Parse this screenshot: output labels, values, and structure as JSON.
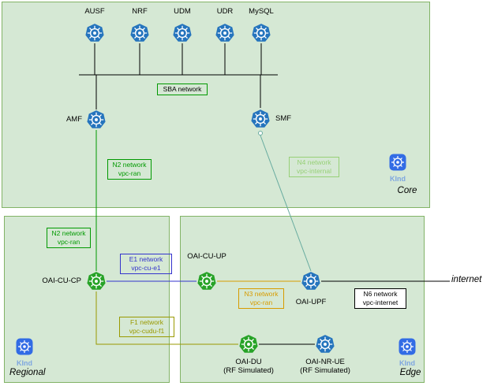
{
  "diagram": {
    "regions": {
      "core": {
        "name": "Core",
        "kind": "KInd"
      },
      "regional": {
        "name": "Regional",
        "kind": "KInd"
      },
      "edge": {
        "name": "Edge",
        "kind": "KInd"
      }
    },
    "nodes": {
      "ausf": "AUSF",
      "nrf": "NRF",
      "udm": "UDM",
      "udr": "UDR",
      "mysql": "MySQL",
      "amf": "AMF",
      "smf": "SMF",
      "cucp": "OAI-CU-CP",
      "cuup": "OAI-CU-UP",
      "upf": "OAI-UPF",
      "du": "OAI-DU",
      "du_sub": "(RF Simulated)",
      "ue": "OAI-NR-UE",
      "ue_sub": "(RF Simulated)"
    },
    "networks": {
      "sba": "SBA network",
      "n2_core": {
        "l1": "N2 network",
        "l2": "vpc-ran"
      },
      "n2_regional": {
        "l1": "N2 network",
        "l2": "vpc-ran"
      },
      "n4": {
        "l1": "N4 network",
        "l2": "vpc-internal"
      },
      "e1": {
        "l1": "E1 network",
        "l2": "vpc-cu-e1"
      },
      "f1": {
        "l1": "F1 network",
        "l2": "vpc-cudu-f1"
      },
      "n3": {
        "l1": "N3 network",
        "l2": "vpc-ran"
      },
      "n6": {
        "l1": "N6 network",
        "l2": "vpc-internet"
      }
    },
    "external": {
      "internet": "internet"
    },
    "colors": {
      "region_fill": "#d5e8d4",
      "region_border": "#82b366",
      "node_blue": "#2574bd",
      "node_green": "#27a327",
      "kind_blue": "#326ce5",
      "kind_text": "#7ea6e0",
      "n2_green": "#009900",
      "n4_line": "#67ab9f",
      "n4_label": "#97d077",
      "e1_blue": "#3333cc",
      "f1_olive": "#999900",
      "n3_orange": "#d79b00",
      "n6_black": "#000000"
    }
  }
}
